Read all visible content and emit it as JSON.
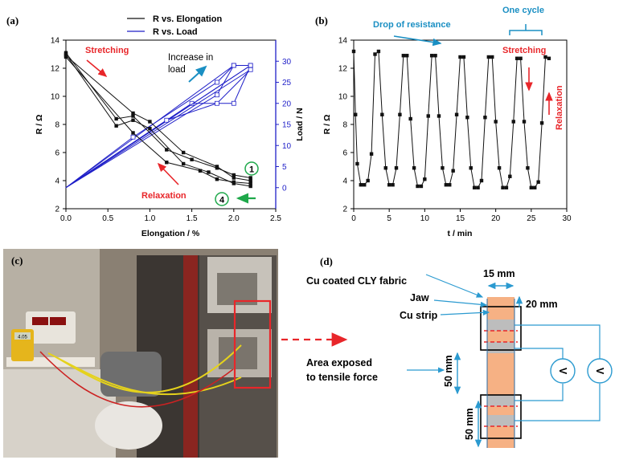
{
  "panels": {
    "a": "(a)",
    "b": "(b)",
    "c": "(c)",
    "d": "(d)"
  },
  "chart_a": {
    "type": "line",
    "xlabel": "Elongation / %",
    "ylabel_left": "R / Ω",
    "ylabel_right": "Load / N",
    "xlim": [
      0,
      2.5
    ],
    "ylim_left": [
      2,
      14
    ],
    "ylim_right": [
      -5,
      35
    ],
    "x_ticks": [
      "0.0",
      "0.5",
      "1.0",
      "1.5",
      "2.0",
      "2.5"
    ],
    "y_ticks_left": [
      "2",
      "4",
      "6",
      "8",
      "10",
      "12",
      "14"
    ],
    "y_ticks_right": [
      "0",
      "5",
      "10",
      "15",
      "20",
      "25",
      "30"
    ],
    "legend": [
      "R vs. Elongation",
      "R vs. Load"
    ],
    "colors": {
      "resistance": "#111111",
      "load": "#1f1fc8"
    },
    "annotations": {
      "stretching": "Stretching",
      "relaxation": "Relaxation",
      "increase_line1": "Increase in",
      "increase_line2": "load",
      "cycle_first": "1",
      "cycle_last": "4"
    }
  },
  "chart_b": {
    "type": "line",
    "xlabel": "t / min",
    "ylabel": "R / Ω",
    "xlim": [
      0,
      30
    ],
    "ylim": [
      2,
      14
    ],
    "x_ticks": [
      "0",
      "5",
      "10",
      "15",
      "20",
      "25",
      "30"
    ],
    "y_ticks": [
      "2",
      "4",
      "6",
      "8",
      "10",
      "12",
      "14"
    ],
    "annotations": {
      "drop": "Drop of resistance",
      "one_cycle": "One cycle",
      "stretching": "Stretching",
      "relaxation": "Relaxation"
    }
  },
  "chart_data": [
    {
      "type": "line",
      "title": "",
      "xlabel": "Elongation / %",
      "ylabel": "R / Ω",
      "y2label": "Load / N",
      "series": [
        {
          "name": "R vs. Elongation",
          "cycles": [
            {
              "x": [
                0,
                0.6,
                0.8,
                1.2,
                1.5,
                1.8,
                2.0,
                2.2
              ],
              "y": [
                13.1,
                8.4,
                8.6,
                6.2,
                5.5,
                4.9,
                4.4,
                4.2
              ]
            },
            {
              "x": [
                0,
                0.6,
                0.8,
                1.0,
                1.4,
                1.7,
                2.0,
                2.2
              ],
              "y": [
                13.0,
                7.9,
                8.3,
                7.7,
                5.2,
                4.6,
                3.8,
                3.6
              ]
            },
            {
              "x": [
                0,
                0.8,
                1.2,
                1.6,
                1.8,
                2.0,
                2.2
              ],
              "y": [
                12.8,
                7.4,
                5.3,
                4.7,
                4.1,
                3.9,
                3.8
              ]
            },
            {
              "x": [
                0,
                0.8,
                1.0,
                1.4,
                1.8,
                2.0,
                2.2
              ],
              "y": [
                12.9,
                8.8,
                8.2,
                6.0,
                5.0,
                4.2,
                4.0
              ]
            }
          ]
        },
        {
          "name": "R vs. Load",
          "cycles": [
            {
              "x": [
                0,
                1.5,
                2.0,
                2.2
              ],
              "y": [
                0,
                20,
                20,
                29
              ]
            },
            {
              "x": [
                0,
                1.8,
                2.0,
                2.2
              ],
              "y": [
                0,
                22,
                29,
                29
              ]
            },
            {
              "x": [
                0,
                1.2,
                1.8,
                2.2
              ],
              "y": [
                0,
                16,
                20,
                28
              ]
            },
            {
              "x": [
                0,
                0.8,
                1.8,
                2.0
              ],
              "y": [
                0,
                12,
                25,
                29
              ]
            }
          ]
        }
      ]
    },
    {
      "type": "line",
      "title": "",
      "xlabel": "t / min",
      "ylabel": "R / Ω",
      "series": [
        {
          "name": "",
          "x": [
            0,
            0.25,
            0.5,
            1.0,
            1.5,
            2.0,
            2.5,
            3.0,
            3.5,
            4.0,
            4.5,
            5.0,
            5.5,
            6.0,
            6.5,
            7.0,
            7.5,
            8.0,
            8.5,
            9.0,
            9.5,
            10.0,
            10.5,
            11.0,
            11.5,
            12.0,
            12.5,
            13.0,
            13.5,
            14.0,
            14.5,
            15.0,
            15.5,
            16.0,
            16.5,
            17.0,
            17.5,
            18.0,
            18.5,
            19.0,
            19.5,
            20.0,
            20.5,
            21.0,
            21.5,
            22.0,
            22.5,
            23.0,
            23.5,
            24.0,
            24.5,
            25.0,
            25.5,
            26.0,
            26.5,
            27.0,
            27.5
          ],
          "y": [
            13.2,
            8.7,
            5.2,
            3.7,
            3.7,
            4.0,
            5.9,
            13.0,
            13.2,
            8.7,
            4.9,
            3.7,
            3.7,
            4.9,
            8.7,
            12.9,
            12.9,
            8.4,
            4.9,
            3.6,
            3.6,
            4.1,
            8.6,
            12.9,
            12.9,
            8.6,
            4.9,
            3.7,
            3.7,
            4.7,
            8.7,
            12.8,
            12.8,
            8.5,
            4.9,
            3.5,
            3.5,
            4.0,
            8.5,
            12.8,
            12.8,
            8.2,
            4.9,
            3.5,
            3.5,
            4.3,
            8.2,
            12.7,
            12.7,
            8.2,
            4.9,
            3.5,
            3.5,
            3.9,
            8.1,
            12.8,
            12.7
          ]
        }
      ]
    }
  ],
  "photo": {
    "meter_display": "4.05"
  },
  "diagram": {
    "labels": {
      "fabric": "Cu coated CLY fabric",
      "jaw": "Jaw",
      "strip": "Cu strip",
      "area_line1": "Area exposed",
      "area_line2": "to tensile force",
      "width": "15 mm",
      "jaw_len": "20 mm",
      "gauge1": "50 mm",
      "gauge2": "50 mm",
      "volt1": "V",
      "volt2": "V"
    }
  }
}
